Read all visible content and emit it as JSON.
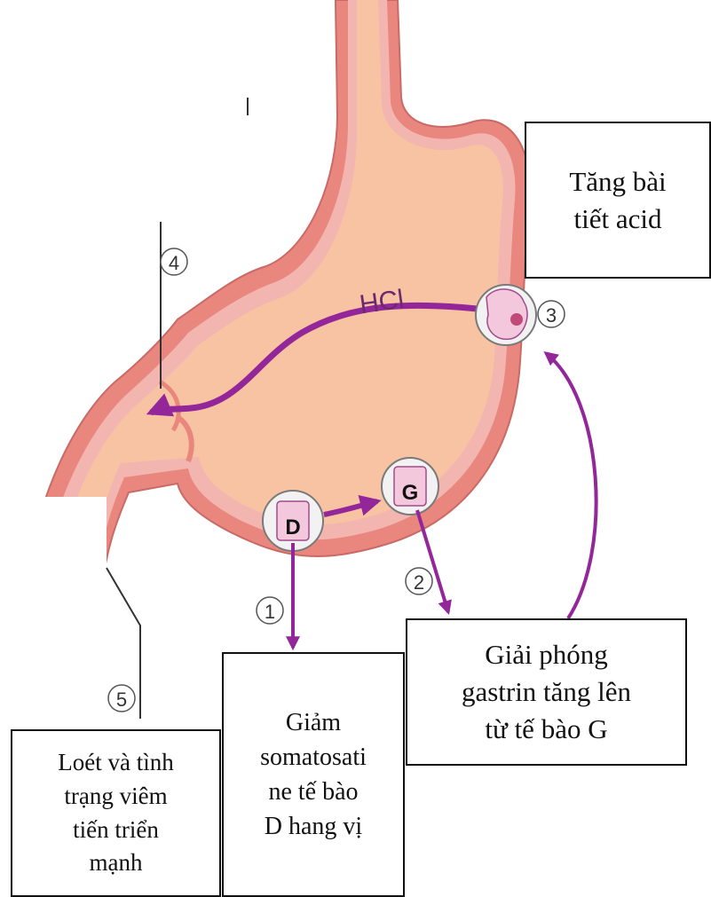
{
  "labels": {
    "hcl": "HCl",
    "cell_d": "D",
    "cell_g": "G",
    "marker_1": "1",
    "marker_2": "2",
    "marker_3": "3",
    "marker_4": "4",
    "marker_5": "5"
  },
  "boxes": {
    "acid": "Tăng bài\ntiết acid",
    "gastrin": "Giải phóng\ngastrin tăng lên\ntừ tế bào G",
    "somatostatin": "Giảm\nsomatosati\nne tế bào\nD hang vị",
    "ulcer": "Loét và tình\ntrạng viêm\ntiến triển\nmạnh"
  },
  "colors": {
    "stomach_fill": "#f8c3a3",
    "stomach_wall": "#e9877e",
    "mucosa": "#f3b5b0",
    "arrow": "#93279a",
    "cell_fill": "#f4c8dc",
    "cell_ring": "#f2f2f2"
  }
}
